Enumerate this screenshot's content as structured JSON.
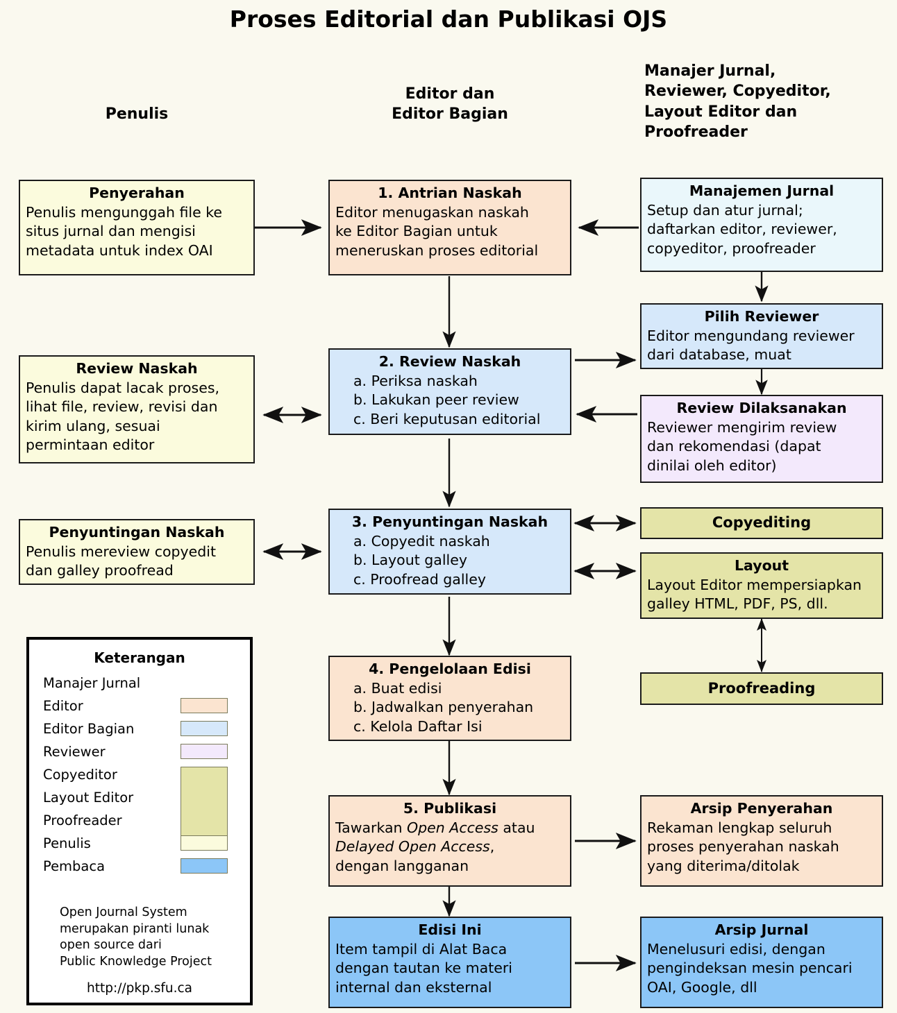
{
  "title": "Proses Editorial dan Publikasi OJS",
  "columns": [
    {
      "id": "penulis",
      "label": "Penulis"
    },
    {
      "id": "editor",
      "line1": "Editor dan",
      "line2": "Editor Bagian"
    },
    {
      "id": "staff",
      "line1": "Manajer Jurnal,",
      "line2": "Reviewer, Copyeditor,",
      "line3": "Layout Editor dan",
      "line4": "Proofreader"
    }
  ],
  "boxes": {
    "penyerahan": {
      "title": "Penyerahan",
      "lines": [
        "Penulis mengunggah file ke",
        "situs jurnal dan mengisi",
        "metadata untuk index OAI"
      ],
      "role": "Penulis",
      "color": "#fbfbdd"
    },
    "antrian_naskah": {
      "title": "1. Antrian Naskah",
      "lines": [
        "Editor menugaskan naskah",
        "ke Editor Bagian untuk",
        "meneruskan proses editorial"
      ],
      "role": "Editor",
      "color": "#fbe4d0"
    },
    "manajemen_jurnal": {
      "title": "Manajemen Jurnal",
      "lines": [
        "Setup dan atur jurnal;",
        "daftarkan editor, reviewer,",
        "copyeditor, proofreader"
      ],
      "role": "Manajer Jurnal",
      "color": "#eaf7fb"
    },
    "review_naskah_penulis": {
      "title": "Review Naskah",
      "lines": [
        "Penulis dapat lacak proses,",
        "lihat file, review, revisi dan",
        "kirim ulang, sesuai",
        "permintaan editor"
      ],
      "role": "Penulis",
      "color": "#fbfbdd"
    },
    "review_naskah": {
      "title": "2. Review Naskah",
      "lines": [
        "a. Periksa naskah",
        "b. Lakukan peer review",
        "c. Beri keputusan editorial"
      ],
      "role": "Editor Bagian",
      "color": "#d6e8fa"
    },
    "pilih_reviewer": {
      "title": "Pilih Reviewer",
      "lines": [
        "Editor mengundang reviewer",
        "dari database, muat"
      ],
      "role": "Editor Bagian",
      "color": "#d6e8fa"
    },
    "review_dilaksanakan": {
      "title": "Review Dilaksanakan",
      "lines": [
        "Reviewer mengirim review",
        "dan rekomendasi (dapat",
        "dinilai oleh editor)"
      ],
      "role": "Reviewer",
      "color": "#f3e9fc"
    },
    "penyuntingan_penulis": {
      "title": "Penyuntingan Naskah",
      "lines": [
        "Penulis mereview copyedit",
        "dan galley proofread"
      ],
      "role": "Penulis",
      "color": "#fbfbdd"
    },
    "penyuntingan_naskah": {
      "title": "3. Penyuntingan Naskah",
      "lines": [
        "a. Copyedit naskah",
        "b. Layout galley",
        "c. Proofread galley"
      ],
      "role": "Editor Bagian",
      "color": "#d6e8fa"
    },
    "copyediting": {
      "title": "Copyediting",
      "lines": [],
      "role": "Copyeditor",
      "color": "#e4e4a8"
    },
    "layout": {
      "title": "Layout",
      "lines": [
        "Layout Editor mempersiapkan",
        "galley HTML, PDF, PS, dll."
      ],
      "role": "Layout Editor",
      "color": "#e4e4a8"
    },
    "proofreading": {
      "title": "Proofreading",
      "lines": [],
      "role": "Proofreader",
      "color": "#e4e4a8"
    },
    "pengelolaan_edisi": {
      "title": "4. Pengelolaan Edisi",
      "lines": [
        "a. Buat edisi",
        "b. Jadwalkan penyerahan",
        "c. Kelola Daftar Isi"
      ],
      "role": "Editor",
      "color": "#fbe4d0"
    },
    "publikasi": {
      "title": "5. Publikasi",
      "line1_a": "Tawarkan ",
      "line1_em": "Open Access",
      "line1_b": " atau",
      "line2_em": "Delayed Open Access",
      "line2_b": ",",
      "line3": "dengan langganan",
      "role": "Editor",
      "color": "#fbe4d0"
    },
    "arsip_penyerahan": {
      "title": "Arsip Penyerahan",
      "lines": [
        "Rekaman lengkap seluruh",
        "proses penyerahan naskah",
        "yang diterima/ditolak"
      ],
      "role": "Editor",
      "color": "#fbe4d0"
    },
    "edisi_ini": {
      "title": "Edisi Ini",
      "lines": [
        "Item tampil di Alat Baca",
        "dengan tautan ke materi",
        "internal dan eksternal"
      ],
      "role": "Pembaca",
      "color": "#8cc6f7"
    },
    "arsip_jurnal": {
      "title": "Arsip Jurnal",
      "lines": [
        "Menelusuri edisi, dengan",
        "pengindeksan mesin pencari",
        "OAI, Google, dll"
      ],
      "role": "Pembaca",
      "color": "#8cc6f7"
    }
  },
  "legend": {
    "title": "Keterangan",
    "entries": [
      {
        "label": "Manajer Jurnal",
        "swatch": null
      },
      {
        "label": "Editor",
        "swatch": "#fbe4d0"
      },
      {
        "label": "Editor Bagian",
        "swatch": "#d6e8fa"
      },
      {
        "label": "Reviewer",
        "swatch": "#f3e9fc"
      },
      {
        "label": "Copyeditor",
        "swatch": "#e4e4a8"
      },
      {
        "label": "Layout Editor",
        "swatch": null
      },
      {
        "label": "Proofreader",
        "swatch": null
      },
      {
        "label": "Penulis",
        "swatch": "#fbfbdd"
      },
      {
        "label": "Pembaca",
        "swatch": "#8cc6f7"
      }
    ],
    "note": [
      "Open Journal System",
      "merupakan piranti lunak",
      "open source dari",
      "Public Knowledge Project"
    ],
    "url": "http://pkp.sfu.ca"
  }
}
